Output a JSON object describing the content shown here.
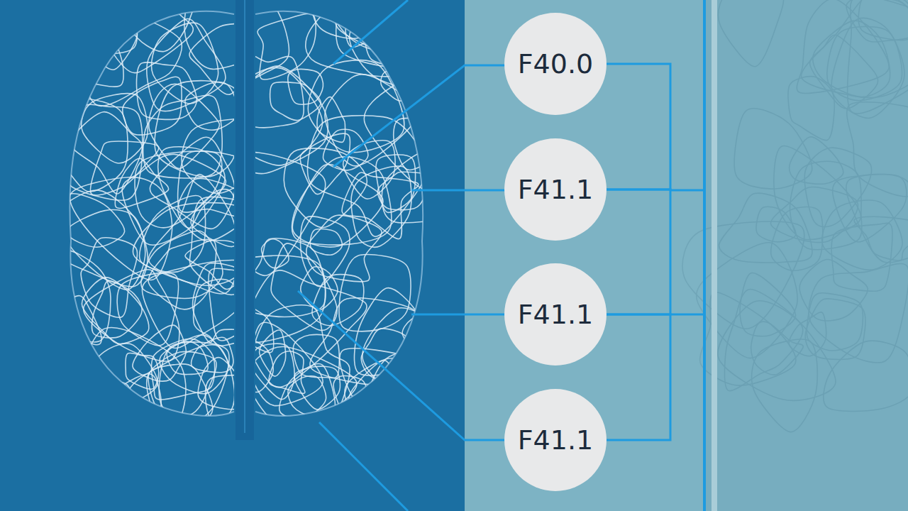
{
  "diagram": {
    "nodes": [
      {
        "text": [
          "F40.0"
        ]
      },
      {
        "text": [
          "F41.1"
        ]
      },
      {
        "text": [
          "F41.1"
        ]
      },
      {
        "text": [
          "F41.1"
        ]
      }
    ],
    "edges": [
      {
        "from": 0,
        "to": 1,
        "arrow": "none"
      },
      {
        "from": 1,
        "to": 2,
        "arrow": "none"
      },
      {
        "from": 2,
        "to": 3,
        "arrow": "none"
      }
    ]
  }
}
